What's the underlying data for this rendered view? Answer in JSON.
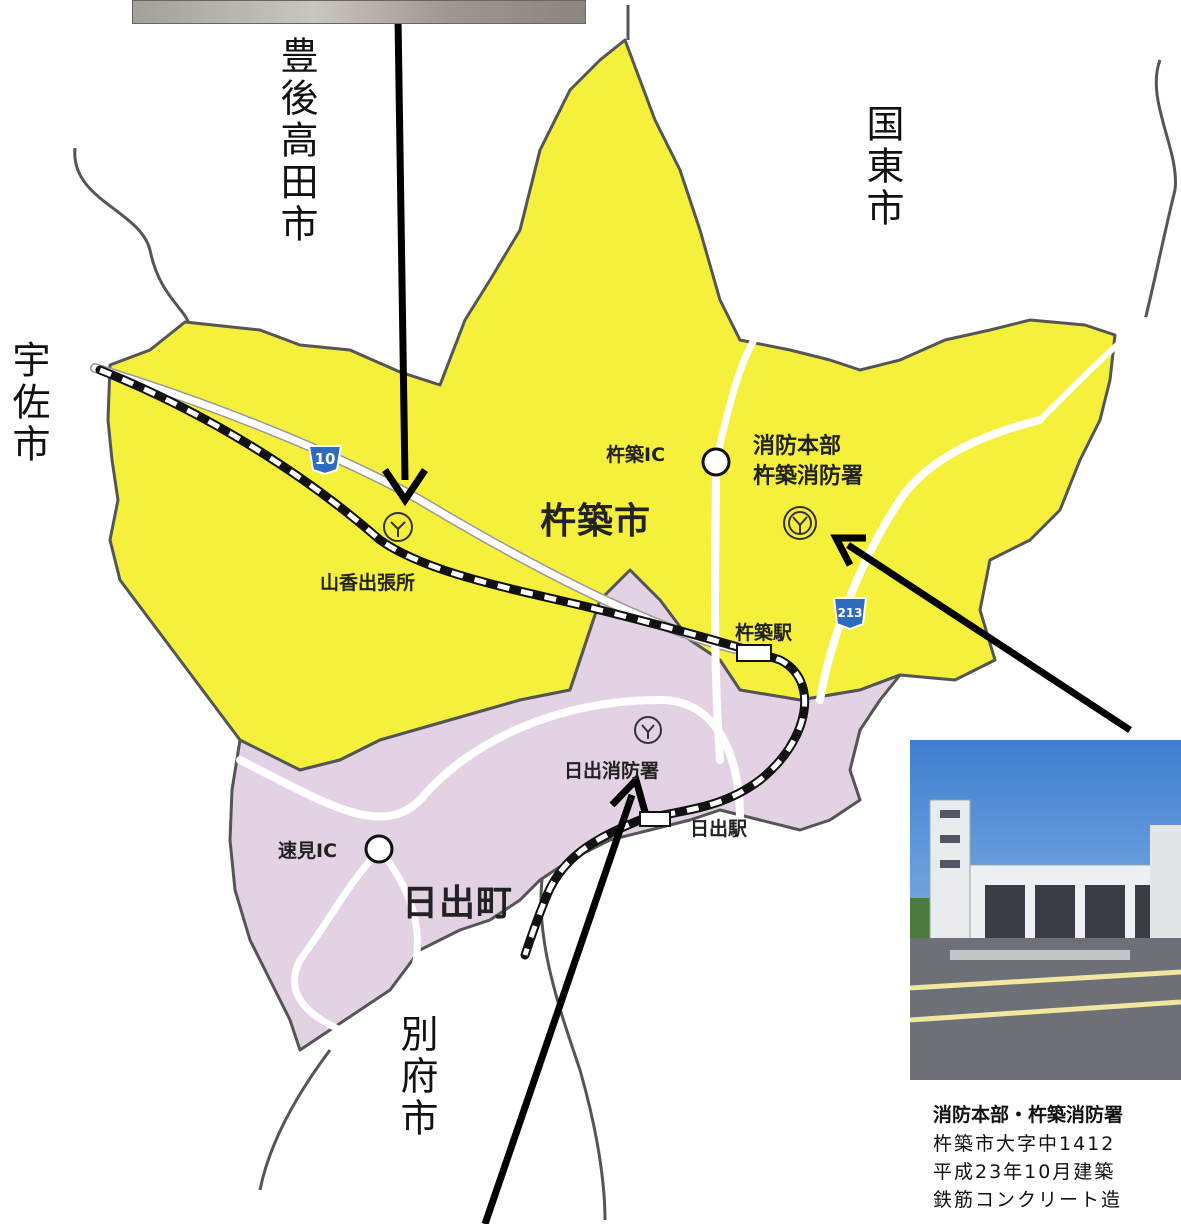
{
  "neighbors": {
    "bungotakada": "豊後高田市",
    "kunisaki": "国東市",
    "usa": "宇佐市",
    "beppu": "別府市"
  },
  "areas": {
    "kitsuki": "杵築市",
    "hiji": "日出町"
  },
  "places": {
    "kitsuki_ic": "杵築IC",
    "hayami_ic": "速見IC",
    "hq": [
      "消防本部",
      "杵築消防署"
    ],
    "yamaga": "山香出張所",
    "kitsuki_station": "杵築駅",
    "hiji_station": "日出駅",
    "hiji_fire": "日出消防署"
  },
  "routes": {
    "r10": "10",
    "r213": "213"
  },
  "caption": {
    "title": "消防本部・杵築消防署",
    "address": "杵築市大字中1412",
    "built": "平成23年10月建築",
    "structure": "鉄筋コンクリート造"
  },
  "colors": {
    "kitsuki_fill": "#f5f03c",
    "hiji_fill": "#e3d2e4",
    "road": "#ffffff",
    "rail": "#111111",
    "boundary": "#555555",
    "route_sign": "#2e6bbf"
  }
}
